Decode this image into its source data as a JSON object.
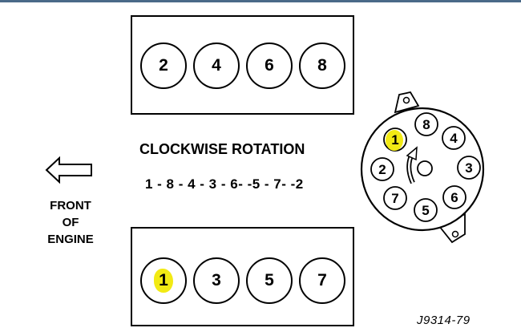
{
  "diagram": {
    "rotation_label": "CLOCKWISE ROTATION",
    "firing_order": "1 - 8 - 4 - 3 - 6- -5 - 7- -2",
    "front_label": [
      "FRONT",
      "OF",
      "ENGINE"
    ],
    "part_number": "J9314-79",
    "highlight_color": "#f2ea14",
    "top_bank": [
      "2",
      "4",
      "6",
      "8"
    ],
    "bottom_bank": [
      "1",
      "3",
      "5",
      "7"
    ],
    "highlighted_cylinder": "1",
    "distributor": {
      "terminals": [
        "8",
        "4",
        "3",
        "6",
        "5",
        "7",
        "2",
        "1"
      ],
      "highlighted_terminal": "1",
      "rotation": "clockwise"
    }
  }
}
